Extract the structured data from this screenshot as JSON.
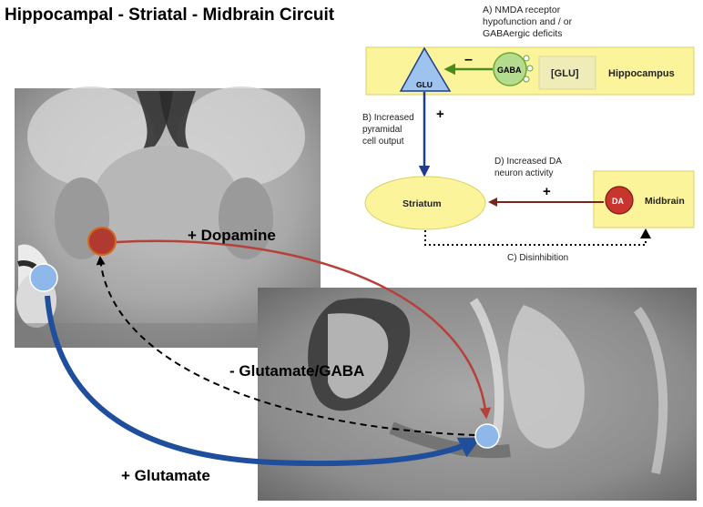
{
  "title": "Hippocampal - Striatal - Midbrain Circuit",
  "labels": {
    "dopamine": "+ Dopamine",
    "glutamate_gaba": "- Glutamate/GABA",
    "glutamate": "+ Glutamate"
  },
  "schematic": {
    "note_a_line1": "A) NMDA receptor",
    "note_a_line2": "hypofunction and / or",
    "note_a_line3": "GABAergic deficits",
    "hippocampus": "Hippocampus",
    "glu_cell": "GLU",
    "gaba_cell": "GABA",
    "glu_box": "[GLU]",
    "minus": "–",
    "note_b_line1": "B) Increased",
    "note_b_line2": "pyramidal",
    "note_b_line3": "cell output",
    "plus_b": "+",
    "striatum": "Striatum",
    "note_d_line1": "D) Increased DA",
    "note_d_line2": "neuron activity",
    "plus_d": "+",
    "da_cell": "DA",
    "midbrain": "Midbrain",
    "note_c": "C) Disinhibition"
  },
  "colors": {
    "hippocampus_box": "#fbf49a",
    "glu_triangle": "#9ec3ef",
    "gaba_cell": "#b5dc8e",
    "striatum": "#fbf49a",
    "da_cell": "#c8352c",
    "dopamine_arrow": "#b5413a",
    "glutamate_arrow": "#1f4e9c",
    "inhibit_arrow": "#7a2418"
  }
}
